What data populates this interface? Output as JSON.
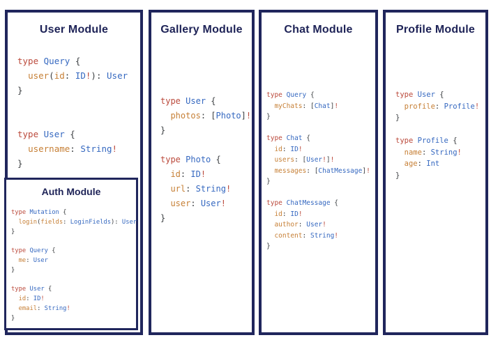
{
  "palette": {
    "panel_border": "#20265c",
    "title_text": "#1e2357",
    "page_background": "#ffffff",
    "keyword": "#bb4a3c",
    "type_name": "#3568c0",
    "field_name": "#c67f35",
    "punctuation": "#3d4043",
    "exclamation": "#bb4a3c"
  },
  "panels": [
    {
      "id": "user-module",
      "title": "User Module",
      "code": "type Query {\n  user(id: ID!): User\n}\n\n\ntype User {\n  username: String!\n}"
    },
    {
      "id": "gallery-module",
      "title": "Gallery Module",
      "code": "type User {\n  photos: [Photo]!\n}\n\ntype Photo {\n  id: ID!\n  url: String!\n  user: User!\n}"
    },
    {
      "id": "chat-module",
      "title": "Chat Module",
      "code": "type Query {\n  myChats: [Chat]!\n}\n\ntype Chat {\n  id: ID!\n  users: [User!]!\n  messages: [ChatMessage]!\n}\n\ntype ChatMessage {\n  id: ID!\n  author: User!\n  content: String!\n}"
    },
    {
      "id": "profile-module",
      "title": "Profile Module",
      "code": "type User {\n  profile: Profile!\n}\n\ntype Profile {\n  name: String!\n  age: Int\n}"
    }
  ],
  "auth_module": {
    "title": "Auth Module",
    "code": "type Mutation {\n  login(fields: LoginFields): User\n}\n\ntype Query {\n  me: User\n}\n\ntype User {\n  id: ID!\n  email: String!\n}"
  }
}
